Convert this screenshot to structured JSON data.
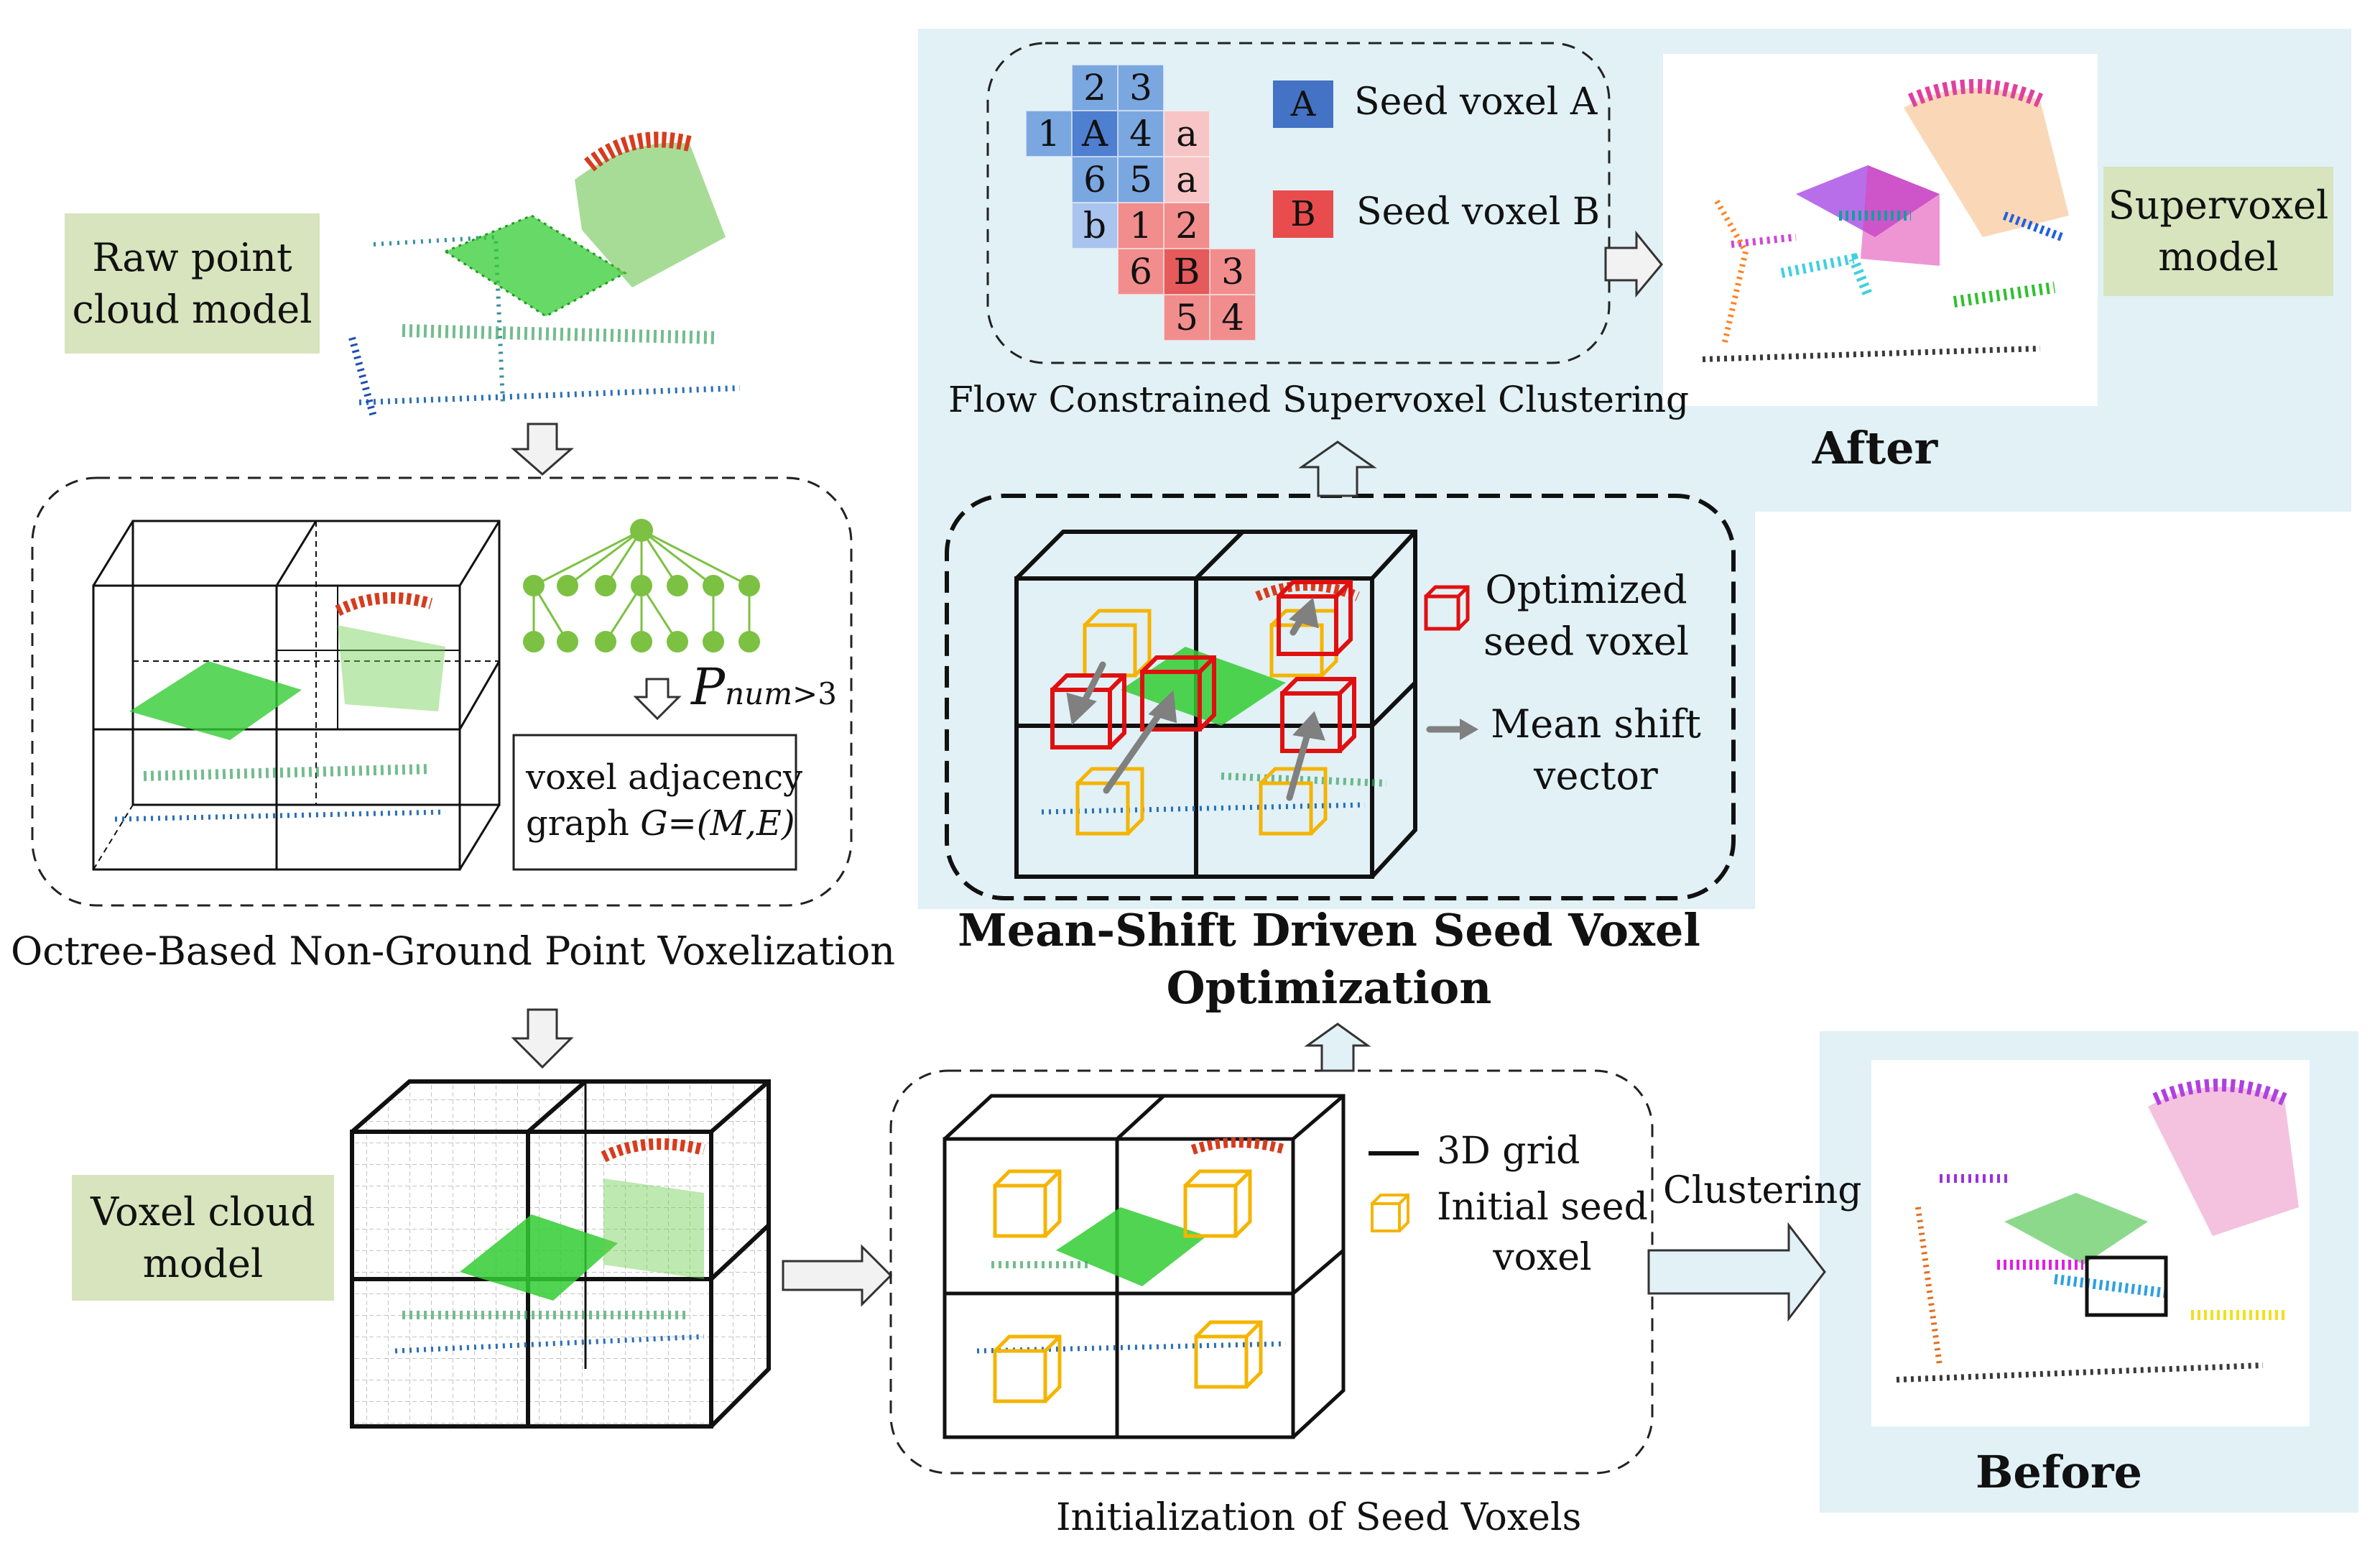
{
  "labels": {
    "raw_point_cloud_line1": "Raw point",
    "raw_point_cloud_line2": "cloud model",
    "voxel_cloud_line1": "Voxel cloud",
    "voxel_cloud_line2": "model",
    "supervoxel_line1": "Supervoxel",
    "supervoxel_line2": "model",
    "octree_caption": "Octree-Based Non-Ground Point Voxelization",
    "pnum_main": "P",
    "pnum_sub": "num",
    "pnum_cond": ">3",
    "adjacency_line1": "voxel adjacency",
    "adjacency_line2_prefix": "graph ",
    "adjacency_line2_formula": "G=(M,E)",
    "init_caption": "Initialization of Seed Voxels",
    "legend_3d_grid": "3D grid",
    "legend_initial_seed_line1": "Initial seed",
    "legend_initial_seed_line2": "voxel",
    "clustering_label": "Clustering",
    "before_title": "Before",
    "after_title": "After",
    "meanshift_title_line1": "Mean-Shift Driven Seed Voxel",
    "meanshift_title_line2": "Optimization",
    "legend_optimized_line1": "Optimized",
    "legend_optimized_line2": "seed voxel",
    "legend_meanshift_line1": "Mean shift",
    "legend_meanshift_line2": "vector",
    "flow_caption": "Flow Constrained Supervoxel Clustering",
    "seed_a_label": "Seed voxel A",
    "seed_b_label": "Seed voxel B",
    "seed_a_key": "A",
    "seed_b_key": "B"
  },
  "grid_cells": [
    {
      "t": "2",
      "c": "blue"
    },
    {
      "t": "3",
      "c": "blue"
    },
    {
      "t": "1",
      "c": "blue"
    },
    {
      "t": "A",
      "c": "blueD"
    },
    {
      "t": "4",
      "c": "blue"
    },
    {
      "t": "a",
      "c": "redL"
    },
    {
      "t": "6",
      "c": "blue"
    },
    {
      "t": "5",
      "c": "blue"
    },
    {
      "t": "a",
      "c": "redL"
    },
    {
      "t": "b",
      "c": "blueL"
    },
    {
      "t": "1",
      "c": "red"
    },
    {
      "t": "2",
      "c": "red"
    },
    {
      "t": "6",
      "c": "red"
    },
    {
      "t": "B",
      "c": "redD"
    },
    {
      "t": "3",
      "c": "red"
    },
    {
      "t": "5",
      "c": "red"
    },
    {
      "t": "4",
      "c": "red"
    }
  ],
  "colors": {
    "panel_bg": "#e1f1f6",
    "label_green": "#d7e4bd",
    "seed_blue": "#4472c4",
    "seed_red": "#e84c4c",
    "initial_seed": "#f5b400",
    "optimized_seed": "#e01010",
    "arrow_gray": "#808080",
    "point_green": "#2ecc40"
  }
}
